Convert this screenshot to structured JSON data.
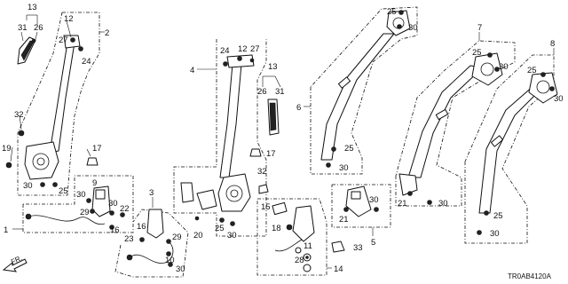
{
  "diagram": {
    "callouts": {
      "c13a": "13",
      "c31a": "31",
      "c26a": "26",
      "c12a": "12",
      "c27a": "27",
      "c2": "2",
      "c24a": "24",
      "c32a": "32",
      "c19": "19",
      "c17a": "17",
      "c30a": "30",
      "c25a": "25",
      "c1": "1",
      "c9": "9",
      "c30b": "30",
      "c29a": "29",
      "c30c": "30",
      "c22": "22",
      "c16a": "16",
      "c3": "3",
      "c16b": "16",
      "c23": "23",
      "c29b": "29",
      "c10": "10",
      "c30d": "30",
      "c4": "4",
      "c24b": "24",
      "c12b": "12",
      "c27b": "27",
      "c13b": "13",
      "c26b": "26",
      "c31b": "31",
      "c17b": "17",
      "c32b": "32",
      "c20": "20",
      "c25b": "25",
      "c30e": "30",
      "c15": "15",
      "c18": "18",
      "c11": "11",
      "c28": "28",
      "c14": "14",
      "c33": "33",
      "c6": "6",
      "c25c": "25",
      "c30f": "30",
      "c25d": "25",
      "c30g": "30",
      "c7": "7",
      "c25e": "25",
      "c30h": "30",
      "c21a": "21",
      "c30i": "30",
      "c30j": "30",
      "c21b": "21",
      "c5": "5",
      "c8": "8",
      "c25f": "25",
      "c30k": "30",
      "c25g": "25",
      "c30l": "30"
    },
    "direction_label": "FR.",
    "diagram_code": "TR0AB4120A"
  }
}
